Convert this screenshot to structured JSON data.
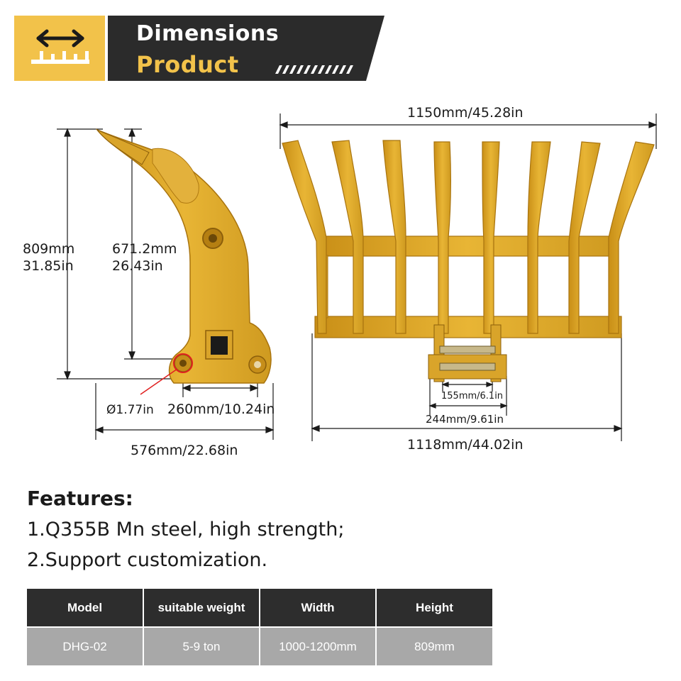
{
  "banner": {
    "line1": "Dimensions",
    "line2": "Product",
    "icon": "width-arrow-ruler-icon",
    "colors": {
      "yellow": "#f2c24a",
      "dark": "#2b2b2b"
    }
  },
  "ripper": {
    "height_mm": "809mm",
    "height_in": "31.85in",
    "inner_height_mm": "671.2mm",
    "inner_height_in": "26.43in",
    "pin_diameter": "Ø1.77in",
    "pin_spacing": "260mm/10.24in",
    "total_length": "576mm/22.68in"
  },
  "rake": {
    "top_width": "1150mm/45.28in",
    "bracket_inner": "155mm/6.1in",
    "bracket_outer": "244mm/9.61in",
    "bottom_width": "1118mm/44.02in"
  },
  "features": {
    "heading": "Features:",
    "items": [
      "1.Q355B Mn steel, high strength;",
      "2.Support customization."
    ]
  },
  "table": {
    "headers": [
      "Model",
      "suitable weight",
      "Width",
      "Height"
    ],
    "rows": [
      [
        "DHG-02",
        "5-9 ton",
        "1000-1200mm",
        "809mm"
      ]
    ]
  }
}
